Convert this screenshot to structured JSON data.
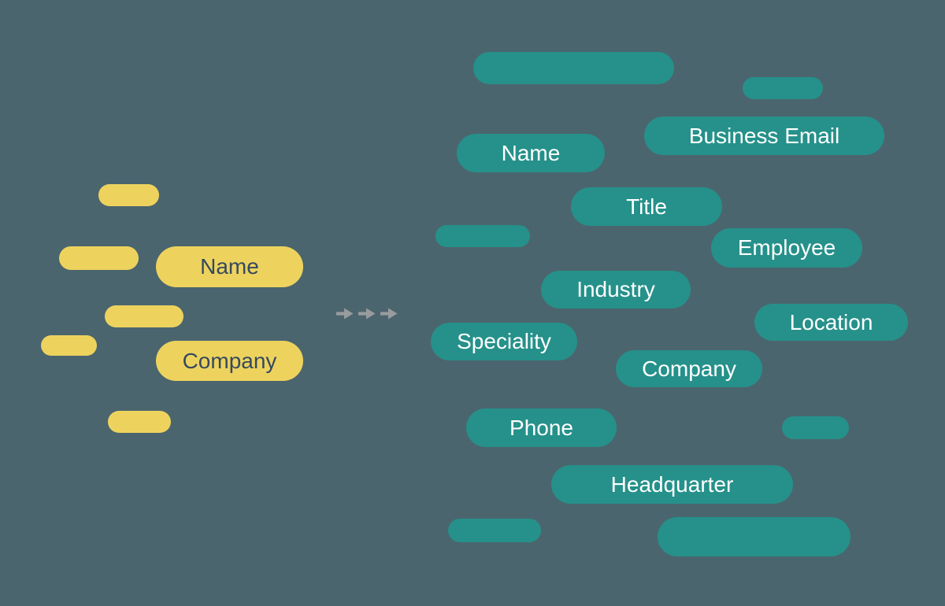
{
  "illustration": {
    "background_color": "#4B656E",
    "left_group": {
      "name": "raw-data",
      "pill_color": "#EDD35E",
      "text_color": "#36495E",
      "pills": [
        {
          "label": ""
        },
        {
          "label": ""
        },
        {
          "label": "Name"
        },
        {
          "label": ""
        },
        {
          "label": ""
        },
        {
          "label": "Company"
        },
        {
          "label": ""
        }
      ]
    },
    "arrows": {
      "color": "#999B9D",
      "count": 3
    },
    "right_group": {
      "name": "clean-data",
      "pill_color": "#25918A",
      "text_color": "#FFFFFF",
      "pills": [
        {
          "label": ""
        },
        {
          "label": ""
        },
        {
          "label": "Business Email"
        },
        {
          "label": "Name"
        },
        {
          "label": "Title"
        },
        {
          "label": ""
        },
        {
          "label": "Employee"
        },
        {
          "label": "Industry"
        },
        {
          "label": "Location"
        },
        {
          "label": "Speciality"
        },
        {
          "label": "Company"
        },
        {
          "label": "Phone"
        },
        {
          "label": ""
        },
        {
          "label": "Headquarter"
        },
        {
          "label": ""
        },
        {
          "label": ""
        }
      ]
    }
  }
}
